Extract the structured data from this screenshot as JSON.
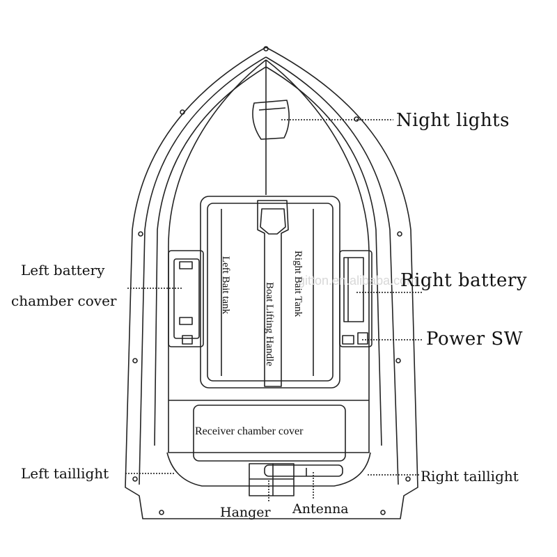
{
  "watermark": "gitton.en.alibaba.com",
  "labels": {
    "night_lights": "Night lights",
    "right_battery": "Right battery",
    "power_sw": "Power SW",
    "left_battery_line1": "Left battery",
    "left_battery_line2": "chamber cover",
    "left_taillight": "Left  taillight",
    "right_taillight": "Right taillight",
    "hanger": "Hanger",
    "antenna": "Antenna"
  },
  "inner_labels": {
    "left_bait_tank": "Left Bait tank",
    "right_bait_tank": "Right Bait Tank",
    "boat_lifting_handle": "Boat Lifting Handle",
    "receiver_chamber_cover": "Receiver chamber cover"
  }
}
